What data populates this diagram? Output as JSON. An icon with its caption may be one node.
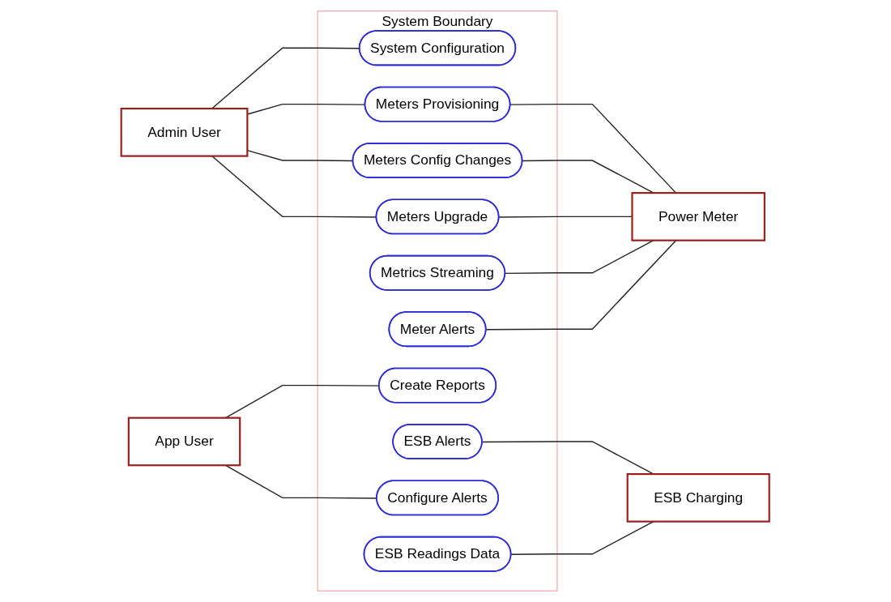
{
  "diagram": {
    "nodes": [
      {
        "text": [
          "System Boundary"
        ]
      },
      {
        "text": [
          "System Configuration"
        ],
        "in": 0
      },
      {
        "text": [
          "ESB Alerts"
        ],
        "in": 0
      },
      {
        "text": [
          "Meters Provisioning"
        ],
        "in": 0
      },
      {
        "text": [
          "ESB Readings Data"
        ],
        "in": 0
      },
      {
        "text": [
          "Meters Config Changes"
        ],
        "in": 0
      },
      {
        "text": [
          "Meters Upgrade"
        ],
        "in": 0
      },
      {
        "text": [
          "Create Reports"
        ],
        "in": 0
      },
      {
        "text": [
          "Metrics Streaming"
        ],
        "in": 0
      },
      {
        "text": [
          "Configure Alerts"
        ],
        "in": 0
      },
      {
        "text": [
          "Meter Alerts"
        ],
        "in": 0
      },
      {
        "text": [
          "Admin User"
        ]
      },
      {
        "text": [
          "App User"
        ]
      },
      {
        "text": [
          "ESB Charging"
        ]
      },
      {
        "text": [
          "Power Meter"
        ]
      }
    ],
    "edges": [
      {
        "from": 11,
        "to": 1,
        "arrow": "none"
      },
      {
        "from": 11,
        "to": 3,
        "arrow": "none"
      },
      {
        "from": 11,
        "to": 5,
        "arrow": "none"
      },
      {
        "from": 11,
        "to": 6,
        "arrow": "none"
      },
      {
        "from": 12,
        "to": 7,
        "arrow": "none"
      },
      {
        "from": 12,
        "to": 9,
        "arrow": "none"
      },
      {
        "from": 2,
        "to": 13,
        "arrow": "none"
      },
      {
        "from": 4,
        "to": 13,
        "arrow": "none"
      },
      {
        "from": 3,
        "to": 14,
        "arrow": "none"
      },
      {
        "from": 5,
        "to": 14,
        "arrow": "none"
      },
      {
        "from": 6,
        "to": 14,
        "arrow": "none"
      },
      {
        "from": 8,
        "to": 14,
        "arrow": "none"
      },
      {
        "from": 10,
        "to": 14,
        "arrow": "none"
      }
    ]
  }
}
